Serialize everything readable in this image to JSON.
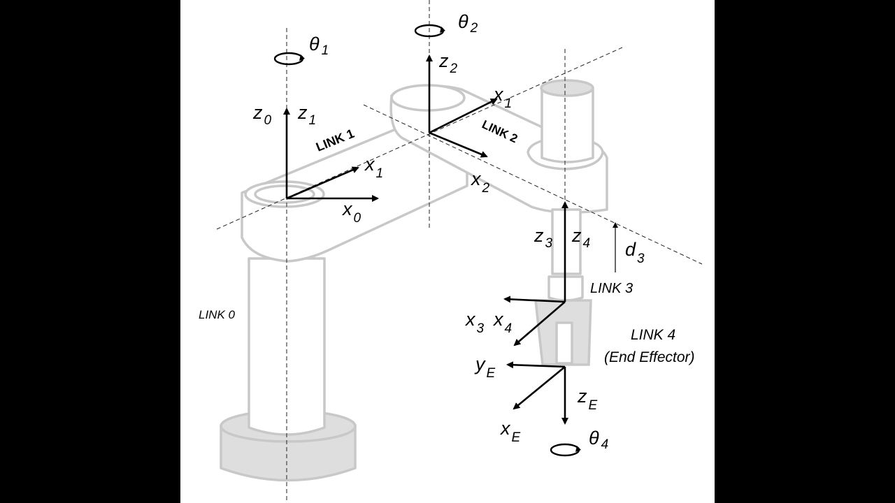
{
  "diagram": {
    "theta": {
      "t1": "θ",
      "t1_sub": "1",
      "t2": "θ",
      "t2_sub": "2",
      "t4": "θ",
      "t4_sub": "4"
    },
    "axes": {
      "z0": "z",
      "z0_sub": "0",
      "z1": "z",
      "z1_sub": "1",
      "x0": "x",
      "x0_sub": "0",
      "x1a": "x",
      "x1a_sub": "1",
      "z2": "z",
      "z2_sub": "2",
      "x1b": "x",
      "x1b_sub": "1",
      "x2": "x",
      "x2_sub": "2",
      "z3": "z",
      "z3_sub": "3",
      "z4": "z",
      "z4_sub": "4",
      "d3": "d",
      "d3_sub": "3",
      "x3": "x",
      "x3_sub": "3",
      "x4": "x",
      "x4_sub": "4",
      "yE": "y",
      "yE_sub": "E",
      "zE": "z",
      "zE_sub": "E",
      "xE": "x",
      "xE_sub": "E"
    },
    "links": {
      "link0": "LINK 0",
      "link1": "LINK 1",
      "link2": "LINK 2",
      "link3": "LINK 3",
      "link4": "LINK 4",
      "end_effector": "(End Effector)"
    }
  }
}
